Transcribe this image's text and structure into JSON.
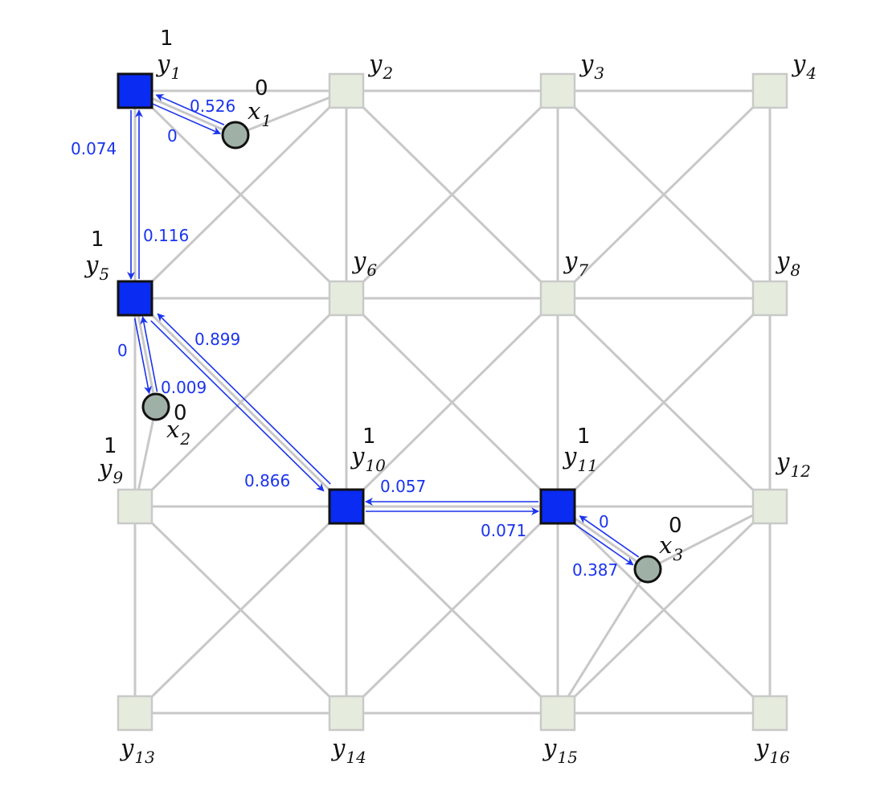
{
  "colors": {
    "edge": "#c8c8c8",
    "inactive_node": "#e6ecdd",
    "active_node": "#0a2bf2",
    "factor_node": "#9fb1a6",
    "message": "#1a33ee"
  },
  "variables": [
    {
      "id": "y1",
      "base": "y",
      "sub": "1",
      "col": 0,
      "row": 0,
      "active": true,
      "state": "1"
    },
    {
      "id": "y2",
      "base": "y",
      "sub": "2",
      "col": 1,
      "row": 0,
      "active": false
    },
    {
      "id": "y3",
      "base": "y",
      "sub": "3",
      "col": 2,
      "row": 0,
      "active": false
    },
    {
      "id": "y4",
      "base": "y",
      "sub": "4",
      "col": 3,
      "row": 0,
      "active": false
    },
    {
      "id": "y5",
      "base": "y",
      "sub": "5",
      "col": 0,
      "row": 1,
      "active": true,
      "state": "1"
    },
    {
      "id": "y6",
      "base": "y",
      "sub": "6",
      "col": 1,
      "row": 1,
      "active": false
    },
    {
      "id": "y7",
      "base": "y",
      "sub": "7",
      "col": 2,
      "row": 1,
      "active": false
    },
    {
      "id": "y8",
      "base": "y",
      "sub": "8",
      "col": 3,
      "row": 1,
      "active": false
    },
    {
      "id": "y9",
      "base": "y",
      "sub": "9",
      "col": 0,
      "row": 2,
      "active": false,
      "state": "1"
    },
    {
      "id": "y10",
      "base": "y",
      "sub": "10",
      "col": 1,
      "row": 2,
      "active": true,
      "state": "1"
    },
    {
      "id": "y11",
      "base": "y",
      "sub": "11",
      "col": 2,
      "row": 2,
      "active": true,
      "state": "1"
    },
    {
      "id": "y12",
      "base": "y",
      "sub": "12",
      "col": 3,
      "row": 2,
      "active": false
    },
    {
      "id": "y13",
      "base": "y",
      "sub": "13",
      "col": 0,
      "row": 3,
      "active": false
    },
    {
      "id": "y14",
      "base": "y",
      "sub": "14",
      "col": 1,
      "row": 3,
      "active": false
    },
    {
      "id": "y15",
      "base": "y",
      "sub": "15",
      "col": 2,
      "row": 3,
      "active": false
    },
    {
      "id": "y16",
      "base": "y",
      "sub": "16",
      "col": 3,
      "row": 3,
      "active": false
    }
  ],
  "factors": [
    {
      "id": "x1",
      "base": "x",
      "sub": "1",
      "state": "0",
      "links": [
        "y1",
        "y2"
      ]
    },
    {
      "id": "x2",
      "base": "x",
      "sub": "2",
      "state": "0",
      "links": [
        "y5",
        "y9"
      ]
    },
    {
      "id": "x3",
      "base": "x",
      "sub": "3",
      "state": "0",
      "links": [
        "y11",
        "y12",
        "y15"
      ]
    }
  ],
  "messages": [
    {
      "id": "y1-x1",
      "from": "y1",
      "to": "x1",
      "label": "0"
    },
    {
      "id": "x1-y1",
      "from": "x1",
      "to": "y1",
      "label": "0.526"
    },
    {
      "id": "y1-y5",
      "from": "y1",
      "to": "y5",
      "label": "0.074"
    },
    {
      "id": "y5-y1",
      "from": "y5",
      "to": "y1",
      "label": "0.116"
    },
    {
      "id": "y5-x2",
      "from": "y5",
      "to": "x2",
      "label": "0"
    },
    {
      "id": "x2-y5",
      "from": "x2",
      "to": "y5",
      "label": "0.009"
    },
    {
      "id": "y5-y10",
      "from": "y5",
      "to": "y10",
      "label": "0.866"
    },
    {
      "id": "y10-y5",
      "from": "y10",
      "to": "y5",
      "label": "0.899"
    },
    {
      "id": "y10-y11",
      "from": "y10",
      "to": "y11",
      "label": "0.057"
    },
    {
      "id": "y11-y10",
      "from": "y11",
      "to": "y10",
      "label": "0.071"
    },
    {
      "id": "y11-x3",
      "from": "y11",
      "to": "x3",
      "label": "0"
    },
    {
      "id": "x3-y11",
      "from": "x3",
      "to": "y11",
      "label": "0.387"
    }
  ]
}
